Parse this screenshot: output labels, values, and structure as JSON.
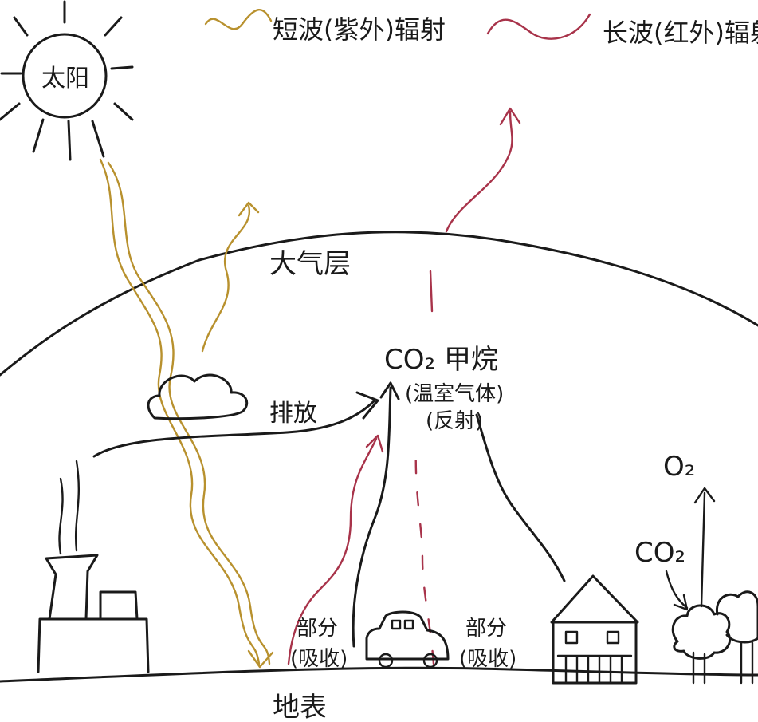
{
  "colors": {
    "ink": "#1a1a1a",
    "shortwave": "#b8912e",
    "longwave": "#a8334a"
  },
  "legend": {
    "shortwave_label": "短波(紫外)辐射",
    "longwave_label": "长波(红外)辐射"
  },
  "labels": {
    "sun": "太阳",
    "atmosphere": "大气层",
    "emission": "排放",
    "gases_line1": "CO₂ 甲烷",
    "gases_line2": "(温室气体)",
    "gases_line3": "(反射)",
    "absorb_left_1": "部分",
    "absorb_left_2": "(吸收)",
    "absorb_right_1": "部分",
    "absorb_right_2": "(吸收)",
    "o2": "O₂",
    "co2_tree": "CO₂",
    "ground": "地表"
  }
}
